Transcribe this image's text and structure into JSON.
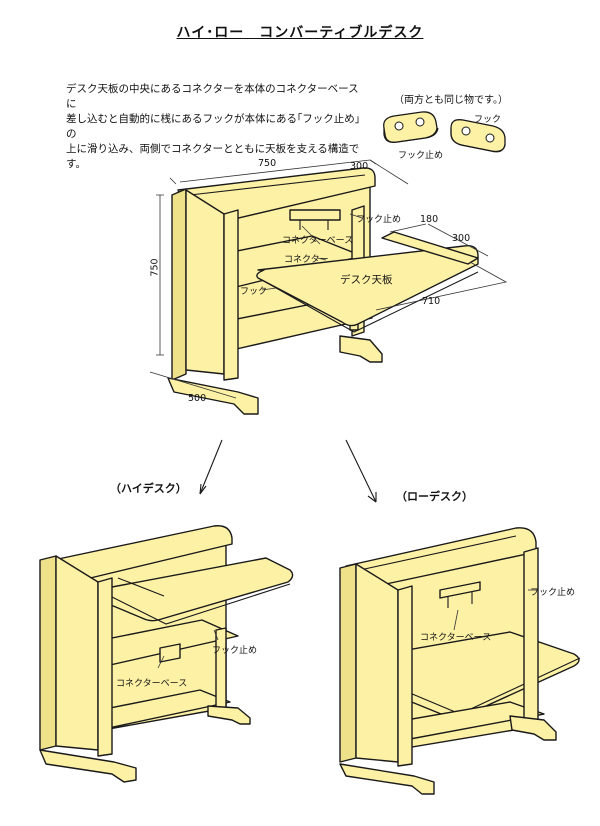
{
  "title": "ハイ･ロー　コンバーティブルデスク",
  "description": [
    "デスク天板の中央にあるコネクターを本体のコネクターベースに",
    "差し込むと自動的に桟にあるフックが本体にある｢フック止め｣の",
    "上に滑り込み、両側でコネクターとともに天板を支える構造です。"
  ],
  "parts_note": "（両方とも同じ物です。）",
  "labels": {
    "hook_stop": "フック止め",
    "hook": "フック",
    "connector_base": "コネクターベース",
    "connector": "コネクター",
    "desk_top": "デスク天板"
  },
  "dimensions": {
    "width": "750",
    "depth": "300",
    "height": "750",
    "base": "500",
    "top_depth": "180",
    "top_depth2": "300",
    "top_width": "710"
  },
  "configs": {
    "high": "（ハイデスク）",
    "low": "（ローデスク）"
  }
}
